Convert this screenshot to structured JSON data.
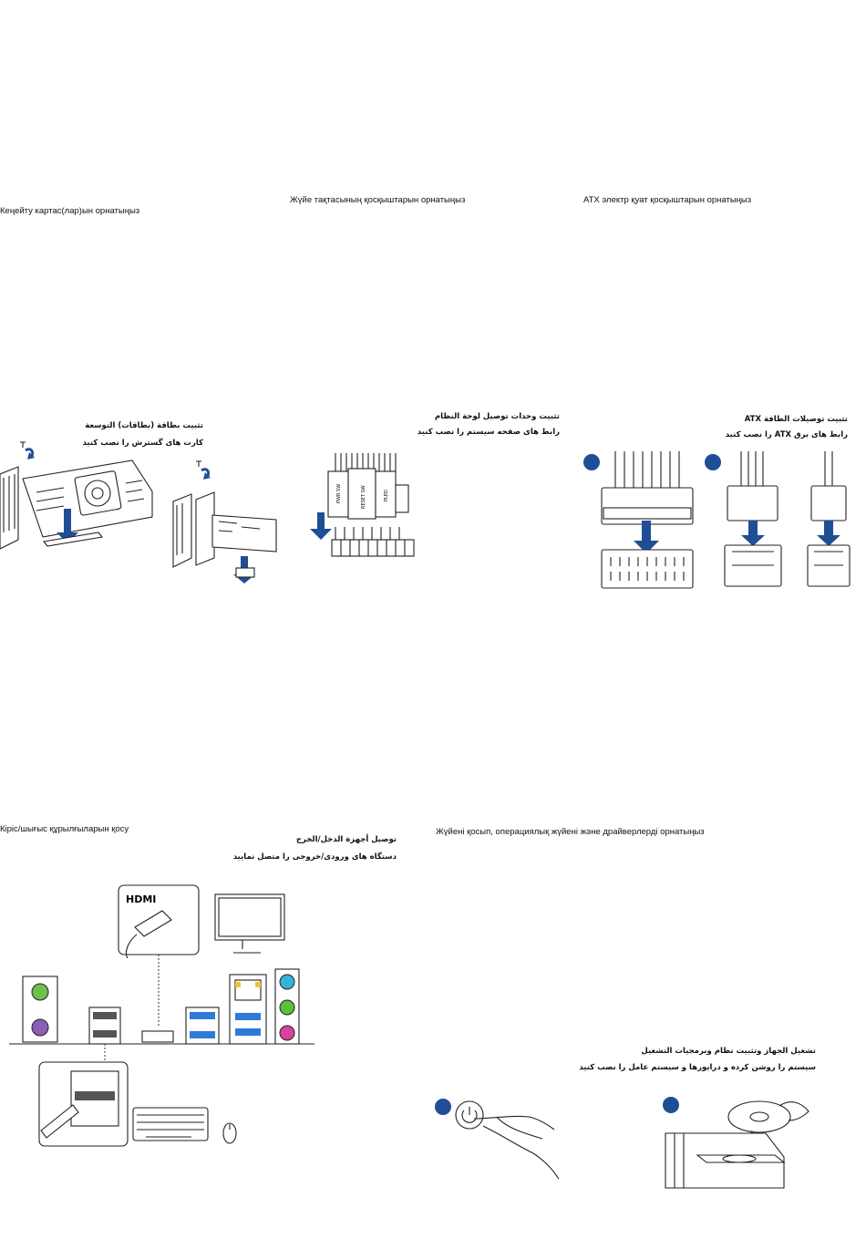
{
  "sections": {
    "expansion": {
      "title": "Кеңейту картас(лар)ын орнатыңыз",
      "arabic": "تثبيت بطاقة (بطاقات) التوسعة",
      "persian": "کارت های گسترش را نصب کنید"
    },
    "panel": {
      "title": "Жүйе тақтасының қосқыштарын орнатыңыз",
      "arabic": "تثبيت وحدات توصيل لوحة النظام",
      "persian": "رابط های صفحه سیستم را نصب کنید",
      "connector_labels": [
        "PWR SW",
        "RESET SW",
        "PLED"
      ]
    },
    "atx": {
      "title": "ATX электр қуат қосқыштарын орнатыңыз",
      "arabic": "تثبيت توصيلات الطاقة ATX",
      "persian": "رابط های برق ATX را نصب کنید"
    },
    "io": {
      "title": "Кіріс/шығыс құрылғыларын қосу",
      "arabic": "توصيل أجهزة الدخل/الخرج",
      "persian": "دستگاه های ورودی/خروجی را متصل نمایید",
      "hdmi_logo": "HDMI"
    },
    "power_on": {
      "title": "Жүйені қосып, операциялық жүйені және драйверлерді орнатыңыз",
      "arabic": "تشغيل الجهاز وتثبيت نظام وبرمجيات التشغيل",
      "persian": "سیستم را روشن کرده و درایورها و سیستم عامل را نصب کنید"
    }
  },
  "colors": {
    "accent_blue": "#1f4e96",
    "ps2_green": "#6fbf4a",
    "ps2_purple": "#8b5fb8",
    "usb3_blue": "#2e7bd6",
    "audio_cyan": "#35b4d8",
    "audio_green": "#5cbf3a",
    "audio_pink": "#d8449b"
  }
}
